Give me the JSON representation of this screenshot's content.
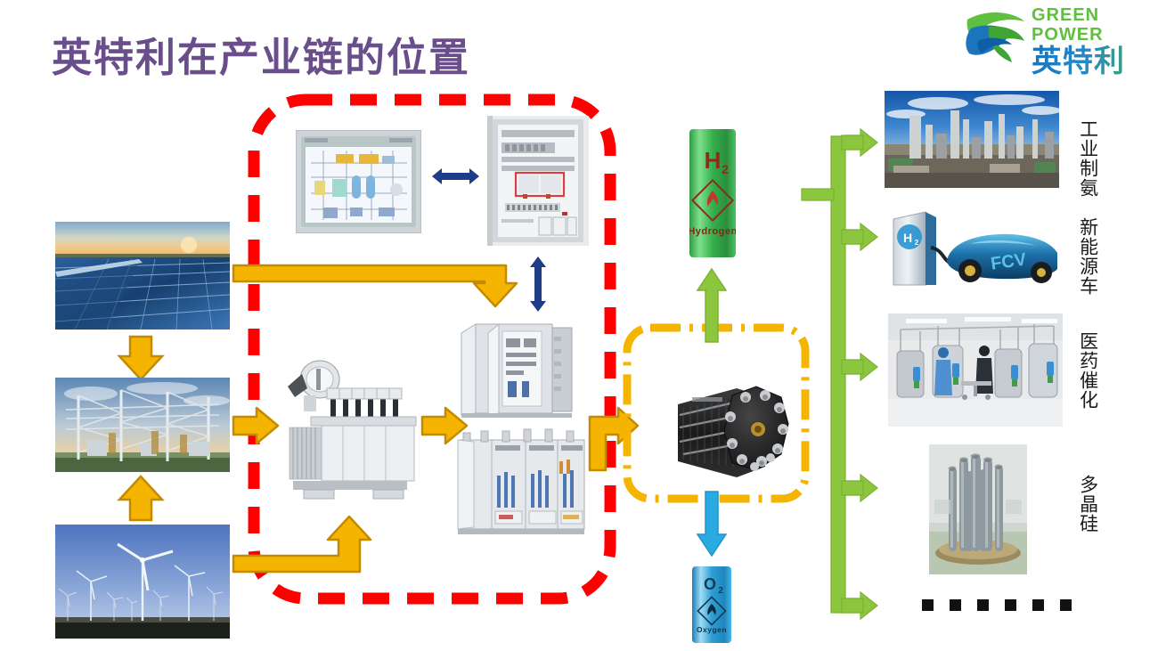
{
  "slide": {
    "title": "英特利在产业链的位置",
    "background": "#ffffff",
    "title_color": "#6A4E8C"
  },
  "logo": {
    "english": "GREEN POWER",
    "chinese": "英特利",
    "mark_name": "leaf-swirl-logo-mark",
    "green": "#5FBF3F",
    "blue": "#1B75BC"
  },
  "colors": {
    "red_dashed_box": "#FF0000",
    "orange_arrow": "#F5B400",
    "orange_arrow_border": "#C58B00",
    "green_arrow": "#8CC63F",
    "blue_arrow": "#29ABE2",
    "navy_arrow": "#1F3C88",
    "yellow_dashdot": "#F5B400"
  },
  "inputs": {
    "label": "renewable-power-sources",
    "items": [
      {
        "name": "solar-pv-farm",
        "caption": ""
      },
      {
        "name": "power-substation-grid",
        "caption": ""
      },
      {
        "name": "wind-turbine-farm",
        "caption": ""
      }
    ]
  },
  "core": {
    "label": "intelli-scope-red-dashed-box",
    "items": [
      {
        "name": "hmi-control-panel",
        "caption": ""
      },
      {
        "name": "plc-control-cabinet",
        "caption": ""
      },
      {
        "name": "transformer",
        "caption": ""
      },
      {
        "name": "switchgear-cabinet",
        "caption": ""
      },
      {
        "name": "rectifier-power-cabinets",
        "caption": ""
      }
    ]
  },
  "electrolysis": {
    "label": "electrolyzer-stack-zone",
    "stack_name": "octagonal-electrolyzer-stack",
    "hydrogen": {
      "symbol": "H",
      "subscript": "2",
      "word": "Hydrogen",
      "color": "#3CB34A"
    },
    "oxygen": {
      "symbol": "O",
      "subscript": "2",
      "word": "Oxygen",
      "color": "#29ABE2"
    }
  },
  "outputs": {
    "label": "hydrogen-applications",
    "items": [
      {
        "name": "industrial-ammonia",
        "label": "工业制氨",
        "image": "chemical-plant-photo"
      },
      {
        "name": "new-energy-vehicle",
        "label": "新能源车",
        "image": "hydrogen-refueling-fcv-photo"
      },
      {
        "name": "pharma-catalysis",
        "label": "医药催化",
        "image": "pharmaceutical-lab-photo"
      },
      {
        "name": "polysilicon",
        "label": "多晶硅",
        "image": "polysilicon-rods-photo"
      },
      {
        "name": "more-applications",
        "label": "······",
        "image": ""
      }
    ],
    "ellipsis_dots": 6
  }
}
